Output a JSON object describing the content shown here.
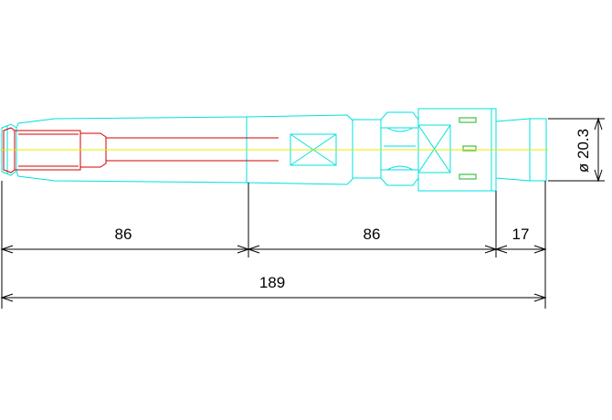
{
  "drawing": {
    "colors": {
      "outline": "#00e0e0",
      "centerline": "#e8e800",
      "inner": "#d00000",
      "dimension": "#000000",
      "mark": "#40c040"
    },
    "dimensions": {
      "seg1": "86",
      "seg2": "86",
      "seg3": "17",
      "total": "189",
      "diameter": "ø 20.3"
    }
  }
}
